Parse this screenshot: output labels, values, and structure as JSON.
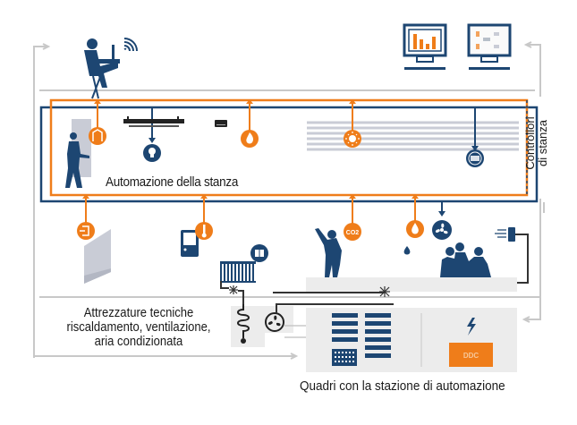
{
  "diagram": {
    "colors": {
      "navy": "#1d4672",
      "orange": "#ef7d1a",
      "grey_line": "#c8c8c8",
      "panel_bg": "#ececec",
      "door_grey": "#c9ccd6"
    },
    "labels": {
      "room_automation": "Automazione della stanza",
      "room_controllers_line1": "Controllori",
      "room_controllers_line2": "di stanza",
      "equipment_line1": "Attrezzature tecniche",
      "equipment_line2": "riscaldamento, ventilazione,",
      "equipment_line3": "aria condizionata",
      "automation_panels": "Quadri con la stazione di automazione",
      "ddc": "DDC",
      "co2": "CO2"
    },
    "nodes": {
      "top": [
        "operator-at-laptop",
        "wifi-signal",
        "monitor-chart",
        "monitor-schematic"
      ],
      "room_inside": [
        "person-at-door",
        "door-contact-sensor",
        "ceiling-light",
        "light-control",
        "smoke-detector",
        "fire-sensor",
        "blinds",
        "sun-sensor",
        "blind-actuator"
      ],
      "room_below": [
        "window-contact-sensor",
        "window",
        "thermostat",
        "temperature-sensor",
        "radiator",
        "radiator-valve",
        "person-waving",
        "co2-sensor",
        "humidity-sensor",
        "water-drop",
        "fan-control",
        "meeting-people",
        "air-outlet"
      ],
      "plant": [
        "heating-coil",
        "fan-unit",
        "control-panels",
        "power-bolt",
        "ddc-controller"
      ]
    }
  }
}
